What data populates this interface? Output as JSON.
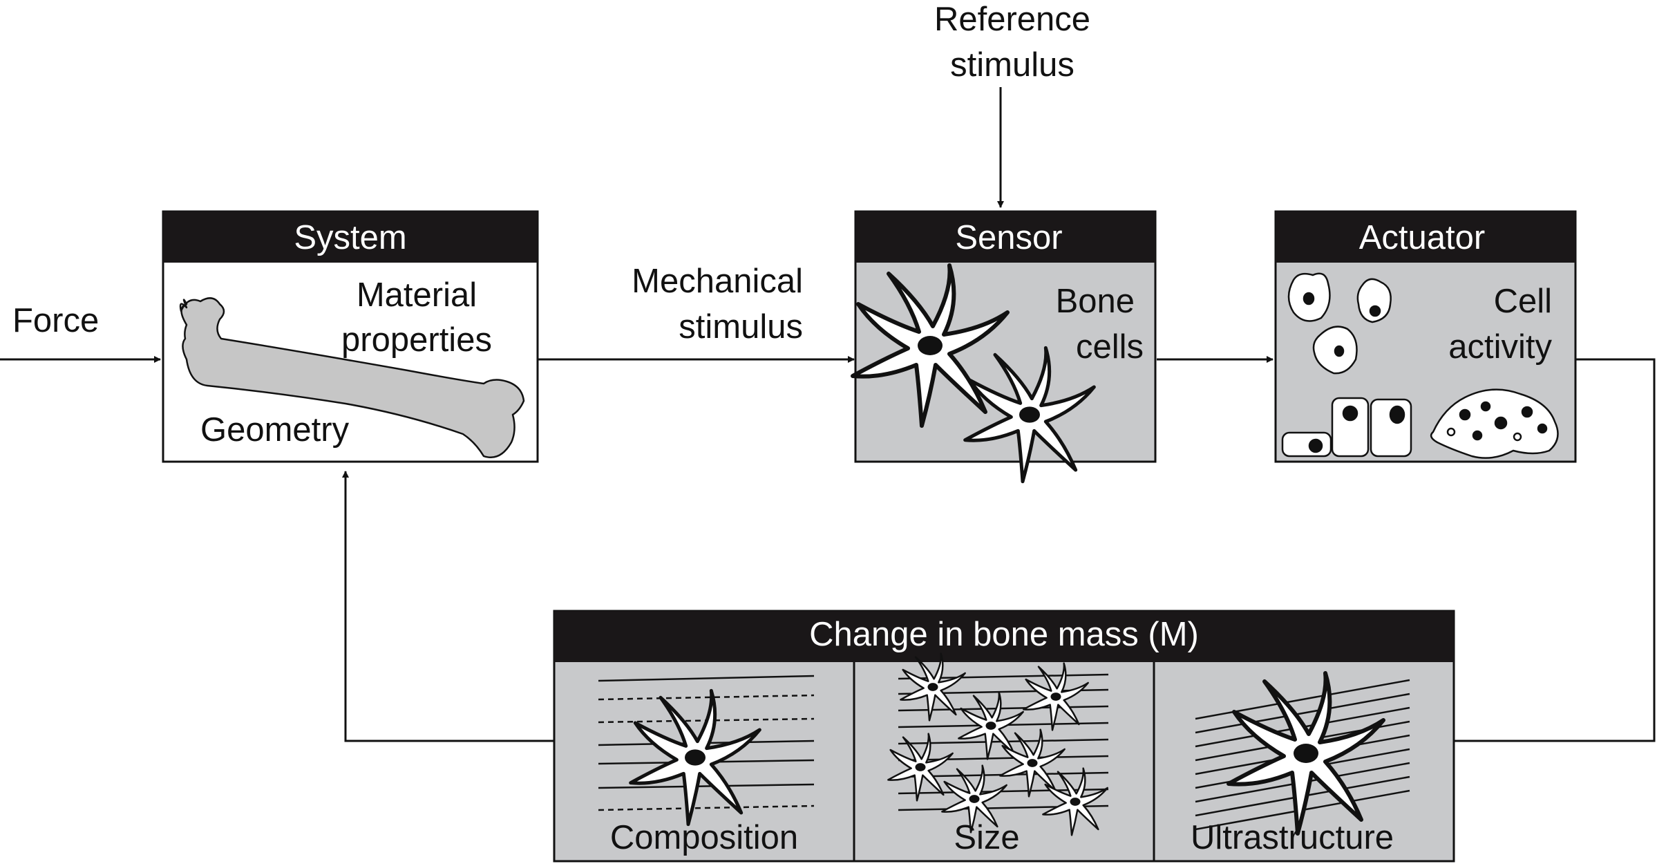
{
  "inputs": {
    "force": "Force",
    "reference_stimulus": [
      "Reference",
      "stimulus"
    ],
    "mechanical_stimulus": [
      "Mechanical",
      "stimulus"
    ]
  },
  "system": {
    "title": "System",
    "material_properties": [
      "Material",
      "properties"
    ],
    "geometry": "Geometry"
  },
  "sensor": {
    "title": "Sensor",
    "bone_cells": [
      "Bone",
      "cells"
    ]
  },
  "actuator": {
    "title": "Actuator",
    "cell_activity": [
      "Cell",
      "activity"
    ]
  },
  "change": {
    "title": "Change in bone mass (M)",
    "panels": [
      "Composition",
      "Size",
      "Ultrastructure"
    ]
  },
  "colors": {
    "panel_fill": "#c8c9cb",
    "header_fill": "#1a1718",
    "bone_fill": "#c6c6c6",
    "line": "#111111"
  }
}
